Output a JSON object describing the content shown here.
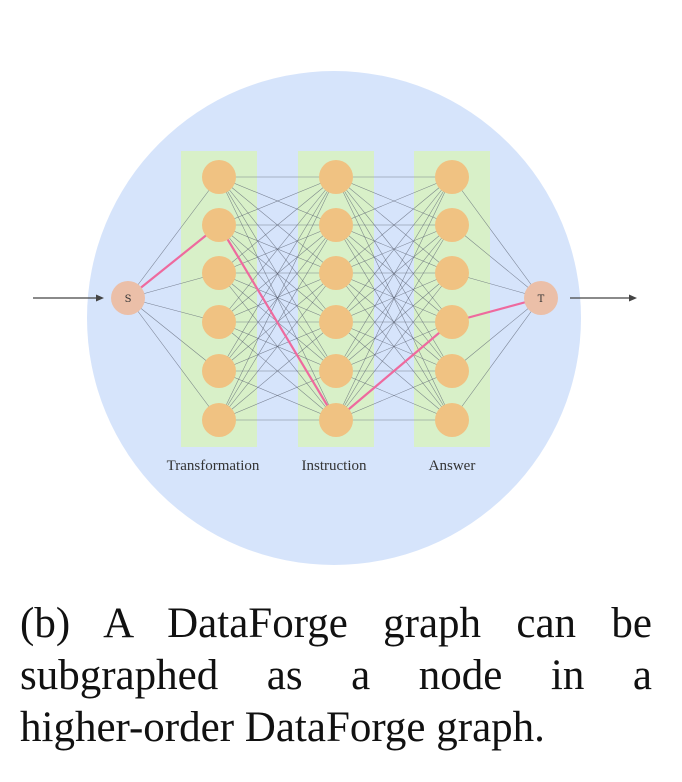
{
  "diagram": {
    "source_label": "S",
    "sink_label": "T",
    "columns": [
      {
        "label": "Transformation",
        "node_count": 6,
        "highlight_index": 1
      },
      {
        "label": "Instruction",
        "node_count": 6,
        "highlight_index": 5
      },
      {
        "label": "Answer",
        "node_count": 6,
        "highlight_index": 3
      }
    ],
    "colors": {
      "circle_bg": "#d6e4fb",
      "column_bg": "#d8f0c8",
      "node_fill": "#f0c282",
      "endpoint_fill": "#ebbfa8",
      "edge": "#5a6070",
      "highlight_path": "#ee6a9e",
      "arrow": "#444444"
    }
  },
  "caption": {
    "line1": "(b) A DataForge graph can",
    "line2": "be subgraphed as a node in a",
    "line3": "higher-order DataForge graph."
  }
}
